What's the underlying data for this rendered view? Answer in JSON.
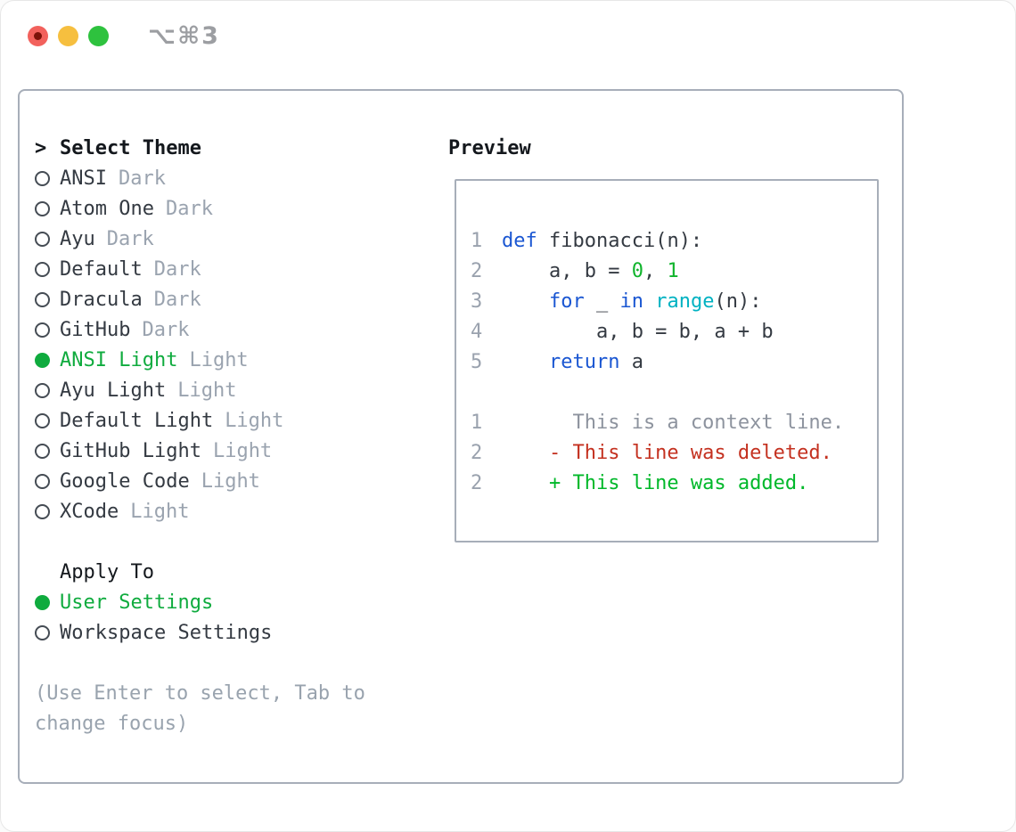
{
  "window": {
    "title": "⌥⌘3"
  },
  "titlebar": {
    "buttons": [
      "close",
      "minimize",
      "zoom"
    ]
  },
  "theme_panel": {
    "header_prefix": ">",
    "header": "Select Theme",
    "themes": [
      {
        "name": "ANSI",
        "variant": "Dark",
        "selected": false
      },
      {
        "name": "Atom One",
        "variant": "Dark",
        "selected": false
      },
      {
        "name": "Ayu",
        "variant": "Dark",
        "selected": false
      },
      {
        "name": "Default",
        "variant": "Dark",
        "selected": false
      },
      {
        "name": "Dracula",
        "variant": "Dark",
        "selected": false
      },
      {
        "name": "GitHub",
        "variant": "Dark",
        "selected": false
      },
      {
        "name": "ANSI Light",
        "variant": "Light",
        "selected": true
      },
      {
        "name": "Ayu Light",
        "variant": "Light",
        "selected": false
      },
      {
        "name": "Default Light",
        "variant": "Light",
        "selected": false
      },
      {
        "name": "GitHub Light",
        "variant": "Light",
        "selected": false
      },
      {
        "name": "Google Code",
        "variant": "Light",
        "selected": false
      },
      {
        "name": "XCode",
        "variant": "Light",
        "selected": false
      }
    ],
    "apply_to": {
      "header": "Apply To",
      "options": [
        {
          "label": "User Settings",
          "selected": true
        },
        {
          "label": "Workspace Settings",
          "selected": false
        }
      ]
    },
    "hint_lines": [
      "(Use Enter to select, Tab to",
      "change focus)"
    ]
  },
  "preview": {
    "title": "Preview",
    "code_lines": [
      {
        "num": "1",
        "tokens": [
          {
            "t": "def",
            "c": "keyword"
          },
          {
            "t": " fibonacci(n):",
            "c": "text"
          }
        ]
      },
      {
        "num": "2",
        "tokens": [
          {
            "t": "    a, b = ",
            "c": "text"
          },
          {
            "t": "0",
            "c": "number"
          },
          {
            "t": ", ",
            "c": "text"
          },
          {
            "t": "1",
            "c": "number"
          }
        ]
      },
      {
        "num": "3",
        "tokens": [
          {
            "t": "    ",
            "c": "text"
          },
          {
            "t": "for",
            "c": "keyword"
          },
          {
            "t": " _ ",
            "c": "text"
          },
          {
            "t": "in",
            "c": "keyword"
          },
          {
            "t": " ",
            "c": "text"
          },
          {
            "t": "range",
            "c": "builtin"
          },
          {
            "t": "(n):",
            "c": "text"
          }
        ]
      },
      {
        "num": "4",
        "tokens": [
          {
            "t": "        a, b = b, a + b",
            "c": "text"
          }
        ]
      },
      {
        "num": "5",
        "tokens": [
          {
            "t": "    ",
            "c": "text"
          },
          {
            "t": "return",
            "c": "keyword"
          },
          {
            "t": " a",
            "c": "text"
          }
        ]
      },
      {
        "num": "",
        "tokens": []
      },
      {
        "num": "1",
        "tokens": [
          {
            "t": "      This is a context line.",
            "c": "context"
          }
        ]
      },
      {
        "num": "2",
        "tokens": [
          {
            "t": "    - This line was deleted.",
            "c": "deleted"
          }
        ]
      },
      {
        "num": "2",
        "tokens": [
          {
            "t": "    + This line was added.",
            "c": "added"
          }
        ]
      }
    ]
  },
  "colors": {
    "text": "#343a42",
    "header": "#14181d",
    "muted": "#9aa3af",
    "accent_green": "#0fab3e",
    "keyword": "#1b57d2",
    "builtin": "#00b2c2",
    "number": "#10b42c",
    "context": "#8d939e",
    "deleted": "#c43120",
    "added": "#00b82a",
    "lineno": "#9aa2ae",
    "panel_border": "#a7aeb9",
    "traffic_red": "#f2615c",
    "traffic_red_dot": "#7c1209",
    "traffic_yellow": "#f6bf3f",
    "traffic_green": "#2ec23e",
    "titlebar_text": "#9c9ea2"
  }
}
